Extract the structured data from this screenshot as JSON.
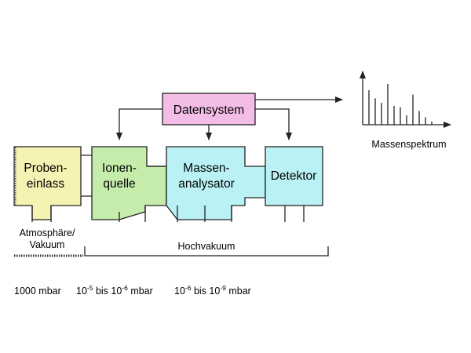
{
  "colors": {
    "datensystem": "#f4bde6",
    "probeneinlass": "#f6f2b3",
    "ionenquelle": "#c5ecaa",
    "massenanalysator": "#b9f1f4",
    "detektor": "#b9f1f4",
    "stroke": "#222222"
  },
  "nodes": {
    "datensystem": "Datensystem",
    "probeneinlass_line1": "Proben-",
    "probeneinlass_line2": "einlass",
    "ionenquelle_line1": "Ionen-",
    "ionenquelle_line2": "quelle",
    "massenanalysator_line1": "Massen-",
    "massenanalysator_line2": "analysator",
    "detektor": "Detektor"
  },
  "spectrum": {
    "label": "Massenspektrum",
    "peaks": [
      0.55,
      0.42,
      0.35,
      0.65,
      0.3,
      0.28,
      0.15,
      0.48,
      0.22,
      0.12,
      0.05
    ]
  },
  "zones": {
    "atmosphere_line1": "Atmosphäre/",
    "atmosphere_line2": "Vakuum",
    "hochvakuum": "Hochvakuum"
  },
  "pressures": {
    "p1": "1000 mbar",
    "p2_base1": "10",
    "p2_exp1": "-5",
    "p2_mid": " bis 10",
    "p2_exp2": "-6",
    "p2_unit": " mbar",
    "p3_base1": "10",
    "p3_exp1": "-6",
    "p3_mid": " bis 10",
    "p3_exp2": "-9",
    "p3_unit": " mbar"
  }
}
